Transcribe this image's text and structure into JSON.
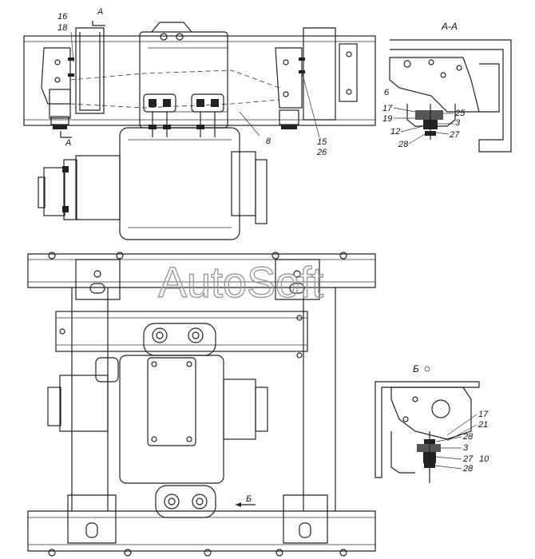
{
  "watermark": "AutoSoft",
  "section_aa": {
    "title": "А-А"
  },
  "section_b": {
    "title": "Б"
  },
  "top_view": {
    "callouts": [
      "16",
      "18",
      "А",
      "А",
      "8",
      "15",
      "26"
    ]
  },
  "section_aa_callouts": [
    "6",
    "17",
    "19",
    "25",
    "3",
    "12",
    "28",
    "27"
  ],
  "section_b_callouts": [
    "17",
    "21",
    "28",
    "3",
    "27",
    "10",
    "28"
  ],
  "bottom_view": {
    "arrow_label": "Б"
  },
  "colors": {
    "ink": "#222222",
    "watermark": "#9a9a9a",
    "background": "#ffffff"
  }
}
